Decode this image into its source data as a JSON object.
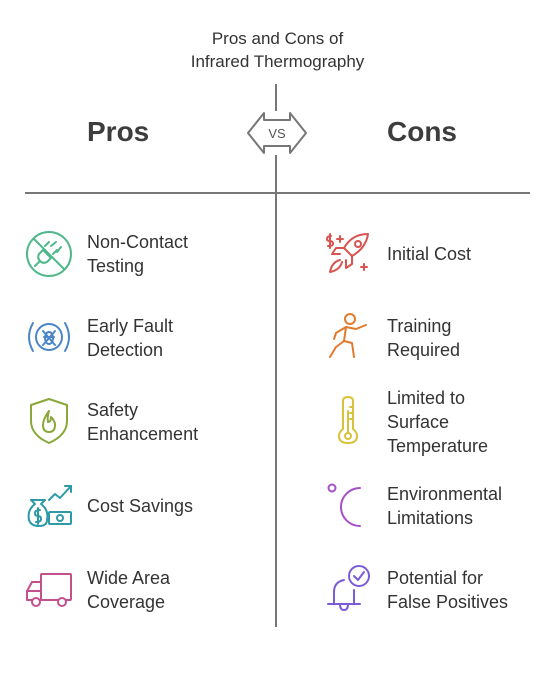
{
  "title": {
    "line1": "Pros and Cons of",
    "line2": "Infrared Thermography"
  },
  "pros_heading": "Pros",
  "cons_heading": "Cons",
  "vs_label": "VS",
  "pros": [
    {
      "lines": [
        "Non-Contact",
        "Testing"
      ],
      "icon": "no-plug-icon",
      "color": "#4fb88b"
    },
    {
      "lines": [
        "Early Fault",
        "Detection"
      ],
      "icon": "target-bug-icon",
      "color": "#4a86c8"
    },
    {
      "lines": [
        "Safety",
        "Enhancement"
      ],
      "icon": "shield-flame-icon",
      "color": "#8aa83a"
    },
    {
      "lines": [
        "Cost Savings"
      ],
      "icon": "money-savings-icon",
      "color": "#2e9aa8"
    },
    {
      "lines": [
        "Wide Area",
        "Coverage"
      ],
      "icon": "truck-icon",
      "color": "#c2508c"
    }
  ],
  "cons": [
    {
      "lines": [
        "Initial Cost"
      ],
      "icon": "rocket-money-icon",
      "color": "#d9534f"
    },
    {
      "lines": [
        "Training",
        "Required"
      ],
      "icon": "person-exercise-icon",
      "color": "#e07b2e"
    },
    {
      "lines": [
        "Limited to",
        "Surface",
        "Temperature"
      ],
      "icon": "thermometer-icon",
      "color": "#d9c23a"
    },
    {
      "lines": [
        "Environmental",
        "Limitations"
      ],
      "icon": "moon-circle-icon",
      "color": "#a64fc8"
    },
    {
      "lines": [
        "Potential for",
        "False Positives"
      ],
      "icon": "bell-check-icon",
      "color": "#7b5cd6"
    }
  ],
  "line_color": "#777777"
}
